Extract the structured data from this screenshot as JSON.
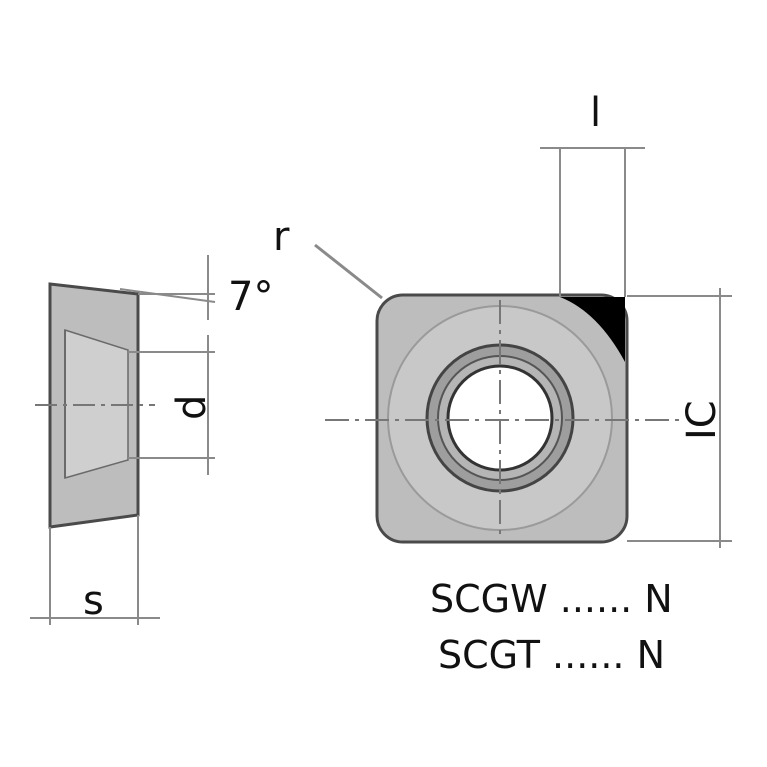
{
  "labels": {
    "s": "s",
    "d": "d",
    "angle": "7°",
    "r": "r",
    "l": "l",
    "ic": "IC",
    "code1": "SCGW ...... N",
    "code2": "SCGT ...... N"
  },
  "colors": {
    "insert_fill": "#b8b8b8",
    "insert_fill_light": "#c9c9c9",
    "bore_fill": "#ffffff",
    "outline": "#4a4a4a",
    "dim_line": "#8a8a8a",
    "cutting_edge": "#000000"
  }
}
